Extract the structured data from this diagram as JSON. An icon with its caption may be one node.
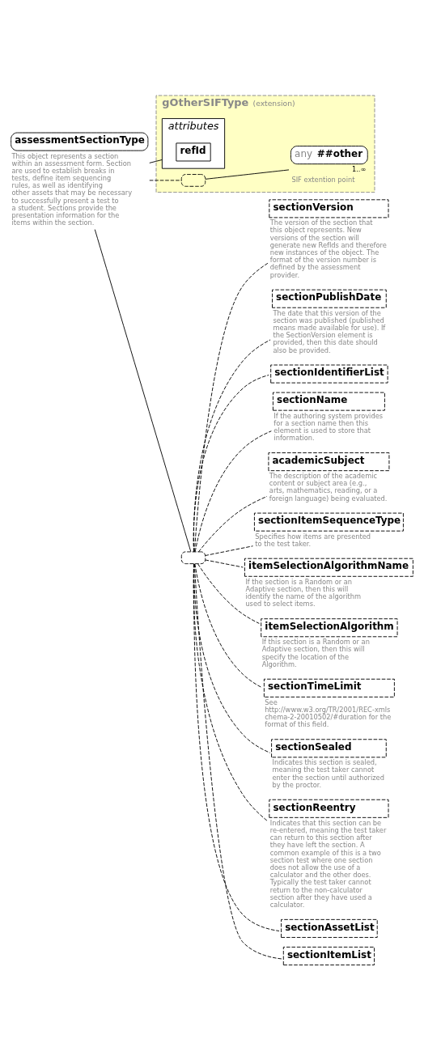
{
  "diagram": {
    "nodes": [
      {
        "text": [
          "assessmentSectionType"
        ],
        "beside": [
          "This object represents a section within an assessment form. Section are used to establish breaks in tests, define item sequencing rules, as well as identifying other assets that may be necessary to successfully present a test to a student. Sections provide the presentation information for the items within the section."
        ]
      },
      {
        "text": [
          "gOtherSIFType",
          "(extension)"
        ]
      },
      {
        "text": [
          "attributes"
        ],
        "in": 1
      },
      {
        "text": [
          "refId"
        ],
        "in": 2
      },
      {
        "text": [],
        "shape": "box",
        "in": 1
      },
      {
        "text": [
          "any",
          "##other"
        ],
        "in": 1,
        "beside": [
          "1..∞",
          "SIF extention point"
        ]
      },
      {
        "text": [],
        "shape": "box"
      },
      {
        "text": [
          "sectionVersion"
        ],
        "beside": [
          "The version of the section that this object represents. New versions of the section will generate new RefIds and therefore new instances of the object. The format of the version number is defined by the assessment provider."
        ]
      },
      {
        "text": [
          "sectionPublishDate"
        ],
        "beside": [
          "The date that this version of the section was published (published means made available for use). If the SectionVersion element is provided, then this date should also be provided."
        ]
      },
      {
        "text": [
          "sectionIdentifierList"
        ]
      },
      {
        "text": [
          "sectionName"
        ],
        "beside": [
          "If the authoring system provides for a section name then this element is used to store that information."
        ]
      },
      {
        "text": [
          "academicSubject"
        ],
        "beside": [
          "The description of the academic content or subject area (e.g., arts, mathematics, reading, or a foreign language) being evaluated."
        ]
      },
      {
        "text": [
          "sectionItemSequenceType"
        ],
        "beside": [
          "Specifies how items are presented to the test taker."
        ]
      },
      {
        "text": [
          "itemSelectionAlgorithmName"
        ],
        "beside": [
          "If the section is a Random or an Adaptive section, then this will identify the name of the algorithm used to select items."
        ]
      },
      {
        "text": [
          "itemSelectionAlgorithm"
        ],
        "beside": [
          "If this section is a Random or an Adaptive section, then this will specify the location of the Algorithm."
        ]
      },
      {
        "text": [
          "sectionTimeLimit"
        ],
        "beside": [
          "See http://www.w3.org/TR/2001/REC-xmlschema-2-20010502/#duration for the format of this field."
        ]
      },
      {
        "text": [
          "sectionSealed"
        ],
        "beside": [
          "Indicates this section is sealed, meaning the test taker cannot enter the section until authorized by the proctor."
        ]
      },
      {
        "text": [
          "sectionReentry"
        ],
        "beside": [
          "Indicates that this section can be re-entered, meaning the test taker can return to this section after they have left the section. A common example of this is a two section test where one section does not allow the use of a calculator and the other does. Typically the test taker cannot return to the non-calculator section after they have used a calculator."
        ]
      },
      {
        "text": [
          "sectionAssetList"
        ]
      },
      {
        "text": [
          "sectionItemList"
        ]
      }
    ],
    "edges": [
      {
        "from": 0,
        "to": 2,
        "arrow": "none"
      },
      {
        "from": 0,
        "to": 4,
        "arrow": "none",
        "style": "dashed"
      },
      {
        "from": 4,
        "to": 5,
        "arrow": "none"
      },
      {
        "from": 0,
        "to": 6,
        "arrow": "none"
      },
      {
        "from": 6,
        "to": 7,
        "arrow": "none",
        "style": "dashed"
      },
      {
        "from": 6,
        "to": 8,
        "arrow": "none",
        "style": "dashed"
      },
      {
        "from": 6,
        "to": 9,
        "arrow": "none",
        "style": "dashed"
      },
      {
        "from": 6,
        "to": 10,
        "arrow": "none",
        "style": "dashed"
      },
      {
        "from": 6,
        "to": 11,
        "arrow": "none",
        "style": "dashed"
      },
      {
        "from": 6,
        "to": 12,
        "arrow": "none",
        "style": "dashed"
      },
      {
        "from": 6,
        "to": 13,
        "arrow": "none",
        "style": "dashed"
      },
      {
        "from": 6,
        "to": 14,
        "arrow": "none",
        "style": "dashed"
      },
      {
        "from": 6,
        "to": 15,
        "arrow": "none",
        "style": "dashed"
      },
      {
        "from": 6,
        "to": 16,
        "arrow": "none",
        "style": "dashed"
      },
      {
        "from": 6,
        "to": 17,
        "arrow": "none",
        "style": "dashed"
      },
      {
        "from": 6,
        "to": 18,
        "arrow": "none",
        "style": "dashed"
      },
      {
        "from": 6,
        "to": 19,
        "arrow": "none",
        "style": "dashed"
      }
    ]
  }
}
